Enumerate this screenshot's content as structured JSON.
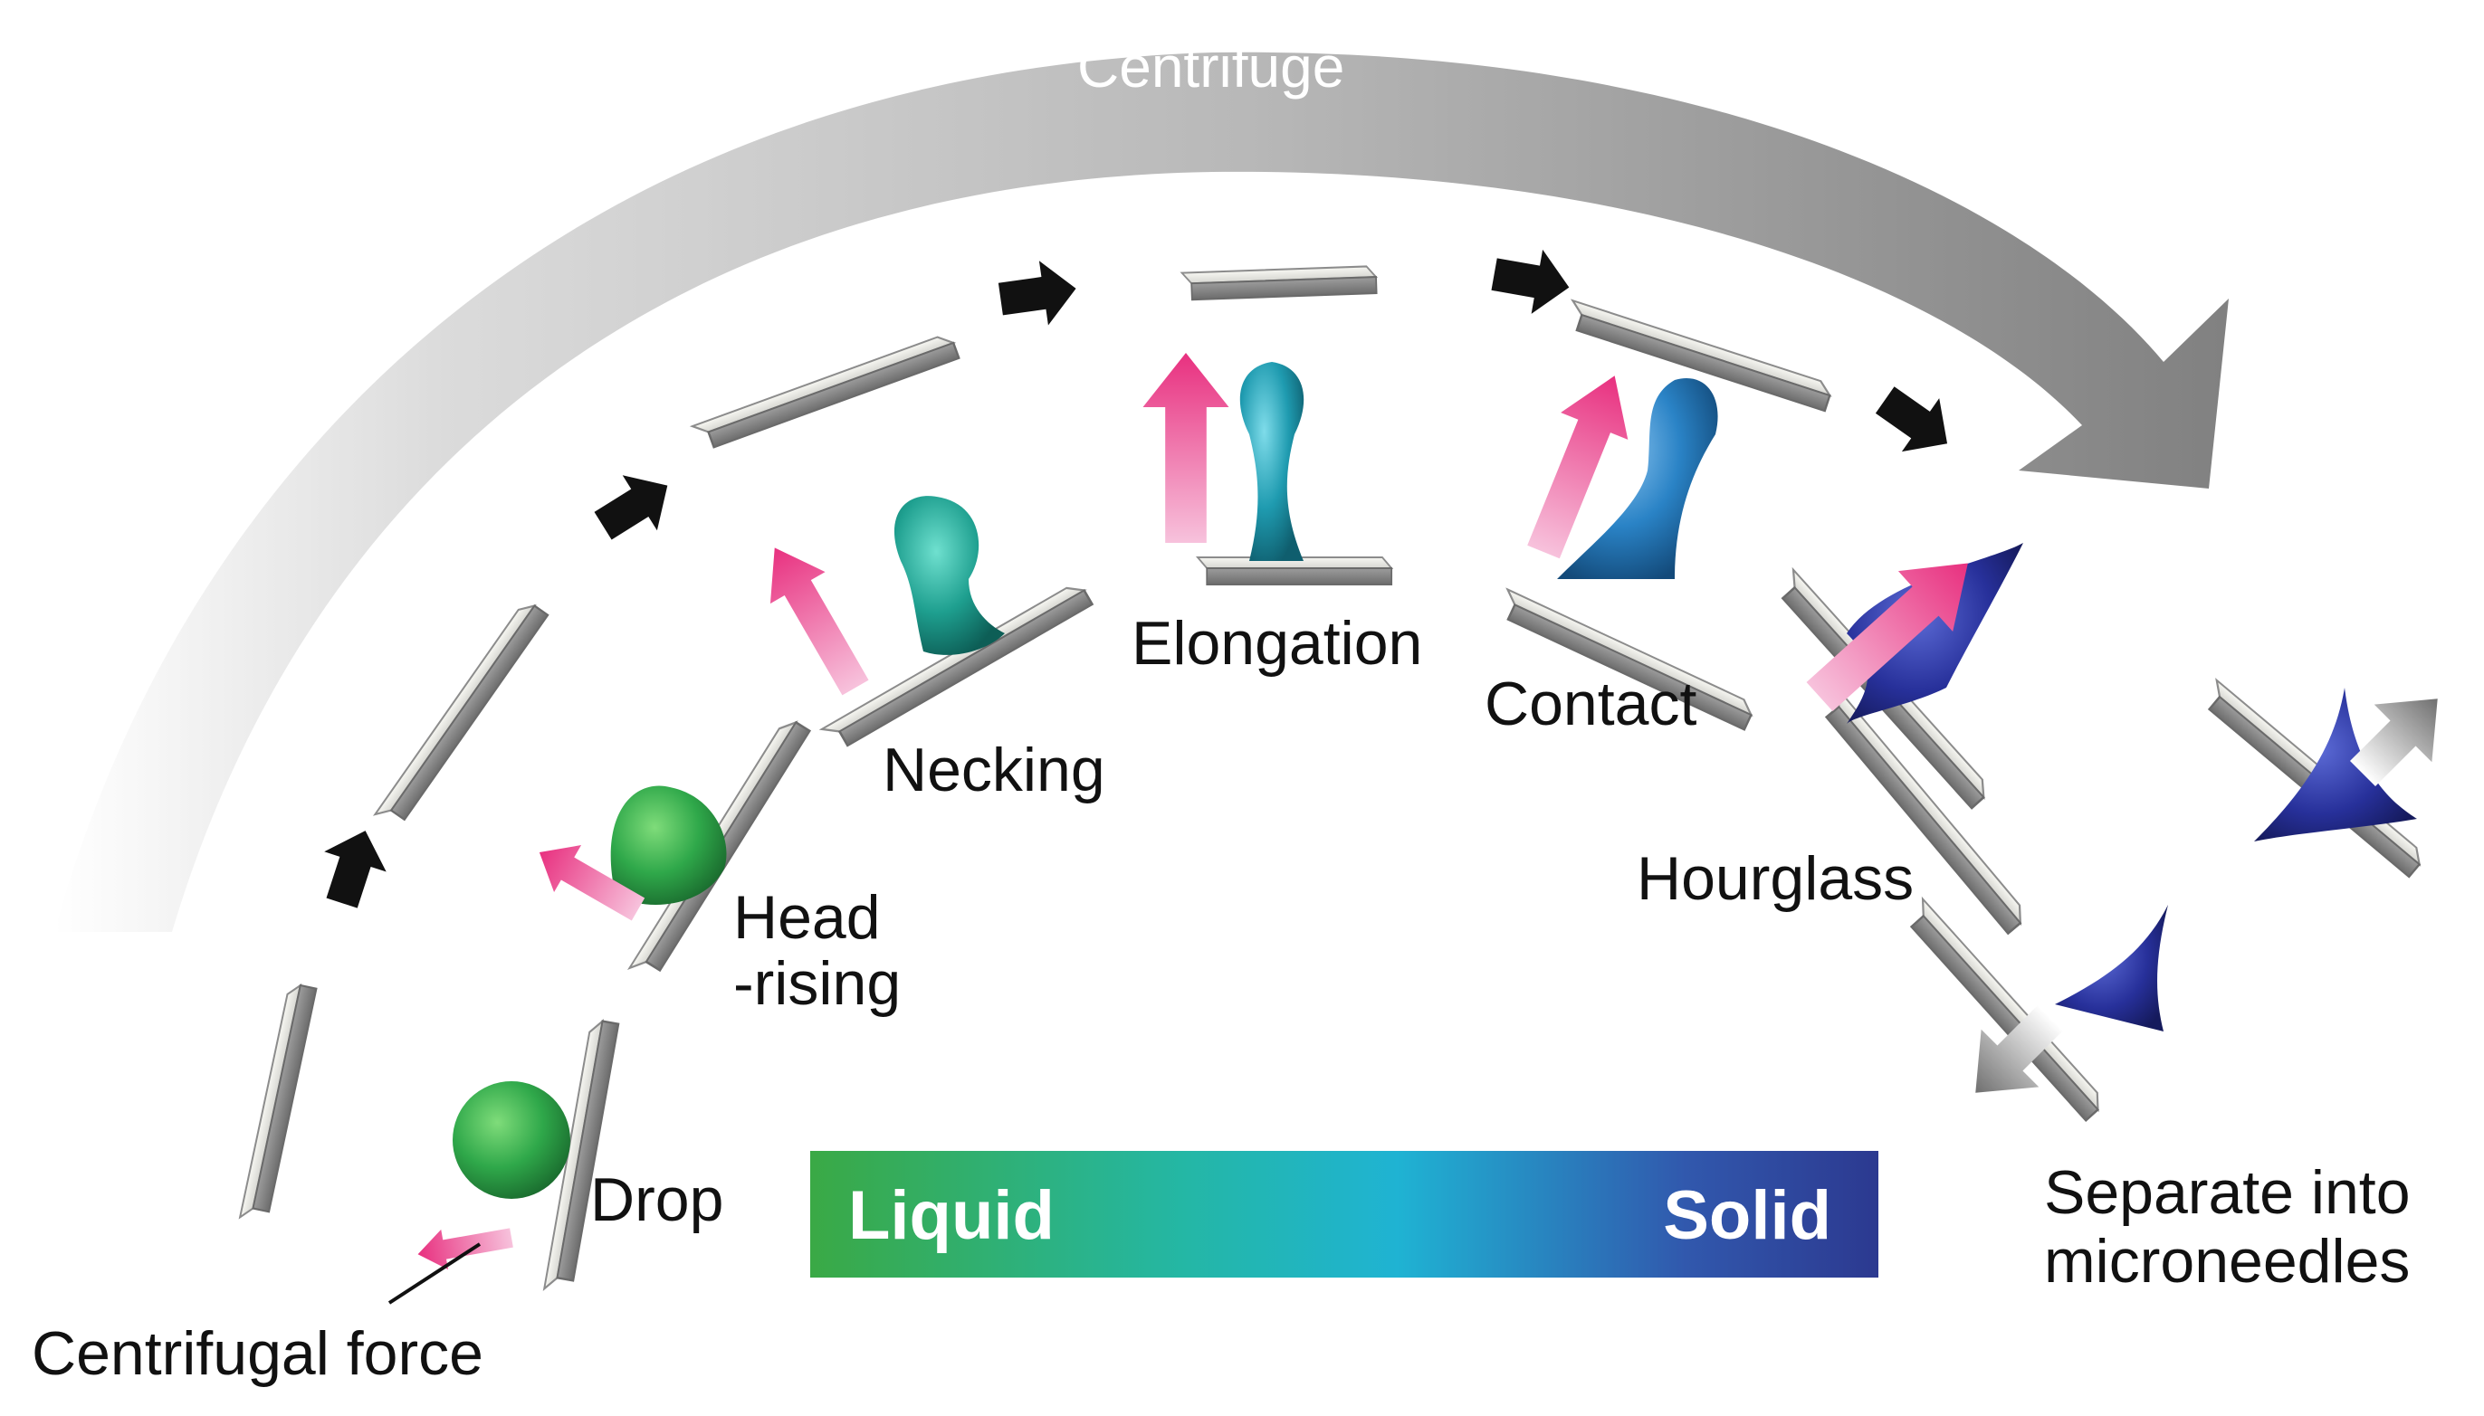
{
  "title": "",
  "labels": {
    "centrifuge": "Centrifuge",
    "drop": "Drop",
    "head_rising": "Head\n-rising",
    "necking": "Necking",
    "elongation": "Elongation",
    "contact": "Contact",
    "hourglass": "Hourglass",
    "separate": "Separate into\nmicroneedles",
    "centrifugal_force": "Centrifugal force"
  },
  "state_bar": {
    "left_label": "Liquid",
    "right_label": "Solid",
    "gradient_colors": [
      "#3aa945",
      "#24b7a5",
      "#1fb3d3",
      "#3158ad",
      "#2c3990"
    ]
  },
  "colors": {
    "force_arrow": "#ea3d8a",
    "step_arrow": "#111111",
    "plate": "#b4b4b0",
    "centrifuge_arrow": "#8a8a8a",
    "drop_liquid": "#2fa84a",
    "necking_liquid": "#1e9f8f",
    "elongation_liquid": "#1f9bb0",
    "contact_liquid": "#2a83c6",
    "solid_needle": "#27309a"
  }
}
